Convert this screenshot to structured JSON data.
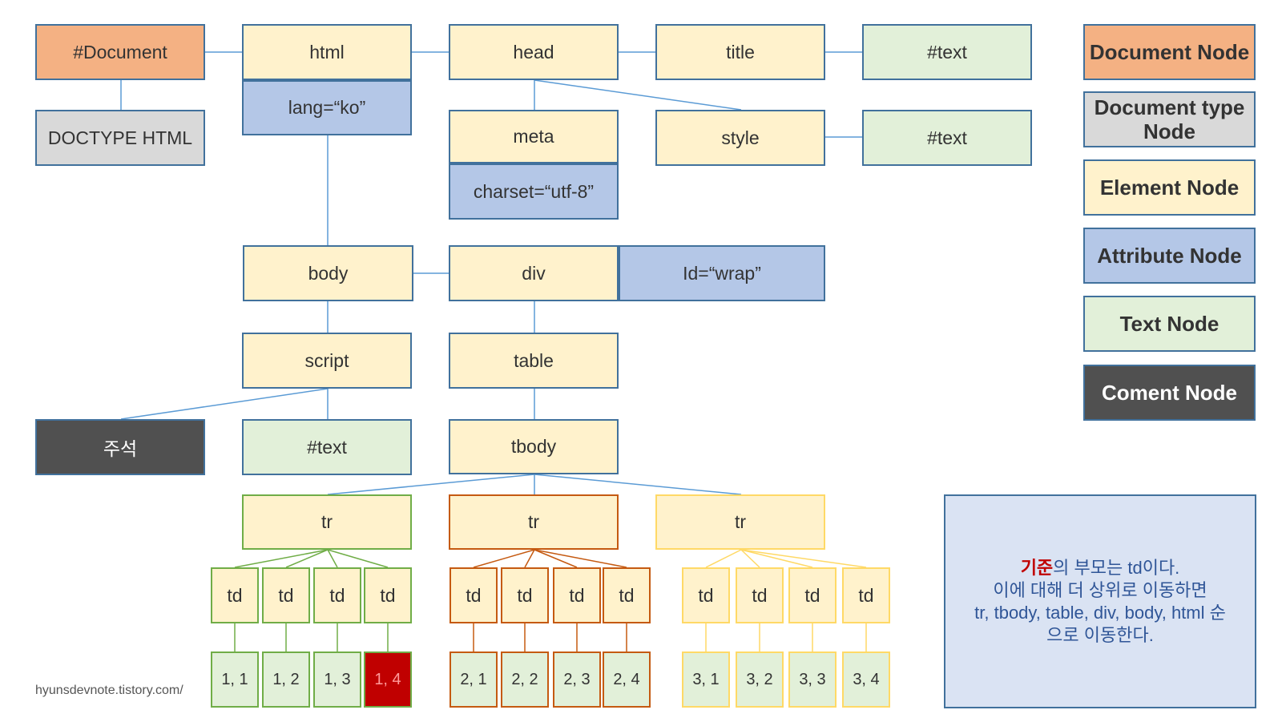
{
  "nodes": {
    "document": "#Document",
    "doctype": "DOCTYPE HTML",
    "html": "html",
    "html_lang": "lang=“ko”",
    "head": "head",
    "title": "title",
    "title_text": "#text",
    "meta": "meta",
    "meta_charset": "charset=“utf-8”",
    "style": "style",
    "style_text": "#text",
    "body": "body",
    "div": "div",
    "div_id": "Id=“wrap”",
    "script": "script",
    "script_comment": "주석",
    "script_text": "#text",
    "table": "table",
    "tbody": "tbody"
  },
  "rows": [
    {
      "label": "tr",
      "tds": [
        "td",
        "td",
        "td",
        "td"
      ],
      "cells": [
        "1, 1",
        "1, 2",
        "1, 3",
        "1, 4"
      ],
      "color": "#70ad47"
    },
    {
      "label": "tr",
      "tds": [
        "td",
        "td",
        "td",
        "td"
      ],
      "cells": [
        "2, 1",
        "2, 2",
        "2, 3",
        "2, 4"
      ],
      "color": "#c55a11"
    },
    {
      "label": "tr",
      "tds": [
        "td",
        "td",
        "td",
        "td"
      ],
      "cells": [
        "3, 1",
        "3, 2",
        "3, 3",
        "3, 4"
      ],
      "color": "#ffd966"
    }
  ],
  "highlighted_cell": "1, 4",
  "legend": {
    "document": "Document Node",
    "doctype": "Document type Node",
    "element": "Element Node",
    "attribute": "Attribute Node",
    "text": "Text Node",
    "comment": "Coment Node"
  },
  "colors": {
    "document": "#f4b183",
    "doctype": "#d9d9d9",
    "element": "#fff2cc",
    "attribute": "#b4c7e7",
    "text": "#e2f0d9",
    "comment": "#505050",
    "highlight": "#c00000",
    "connector": "#5b9bd5"
  },
  "note": {
    "highlight": "기준",
    "line1_rest": "의 부모는 td이다.",
    "line2": "이에 대해 더 상위로 이동하면",
    "line3": "tr, tbody, table, div, body, html 순",
    "line4": "으로 이동한다."
  },
  "credit": "hyunsdevnote.tistory.com/"
}
